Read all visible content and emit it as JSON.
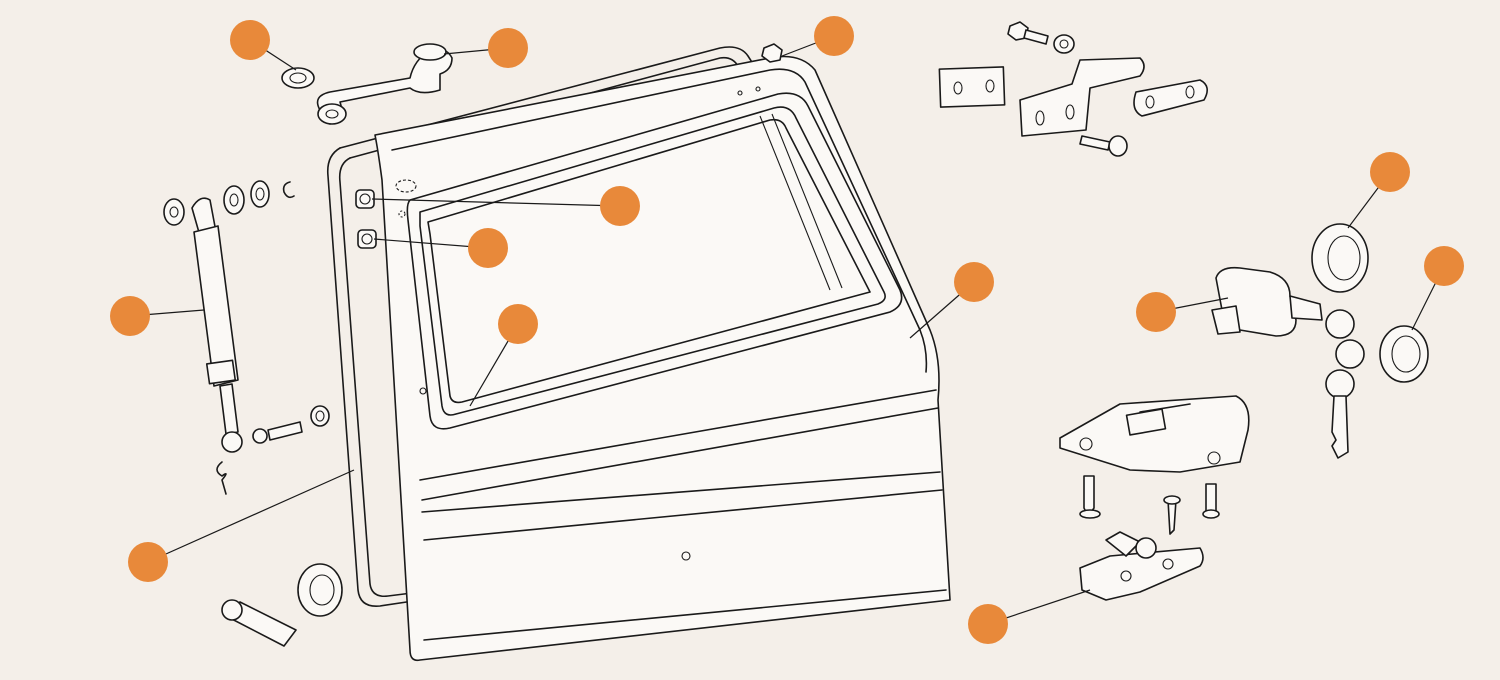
{
  "diagram": {
    "kind": "exploded-parts-view",
    "subject_icon": "tailgate-door-icon",
    "colors": {
      "background": "#f4efe9",
      "hotspot": "#e8893a",
      "line": "#1a1a1a",
      "part_fill": "#fbf9f6"
    },
    "hotspots": [
      {
        "id": "grommet-top",
        "part_icon": "grommet-icon"
      },
      {
        "id": "grab-handle",
        "part_icon": "grab-handle-icon"
      },
      {
        "id": "nut-top",
        "part_icon": "nut-icon"
      },
      {
        "id": "window-bump-stop-upper",
        "part_icon": "bump-stop-icon"
      },
      {
        "id": "window-bump-stop-lower",
        "part_icon": "bump-stop-icon"
      },
      {
        "id": "gas-strut",
        "part_icon": "gas-strut-icon"
      },
      {
        "id": "window-seal",
        "part_icon": "seal-icon"
      },
      {
        "id": "tailgate-panel",
        "part_icon": "door-panel-icon"
      },
      {
        "id": "door-weatherstrip",
        "part_icon": "weatherstrip-icon"
      },
      {
        "id": "lock-cylinder-housing",
        "part_icon": "lock-housing-icon"
      },
      {
        "id": "lock-ring-large",
        "part_icon": "ring-icon"
      },
      {
        "id": "lock-ring-small",
        "part_icon": "ring-icon"
      },
      {
        "id": "striker-plate",
        "part_icon": "striker-icon"
      }
    ]
  }
}
